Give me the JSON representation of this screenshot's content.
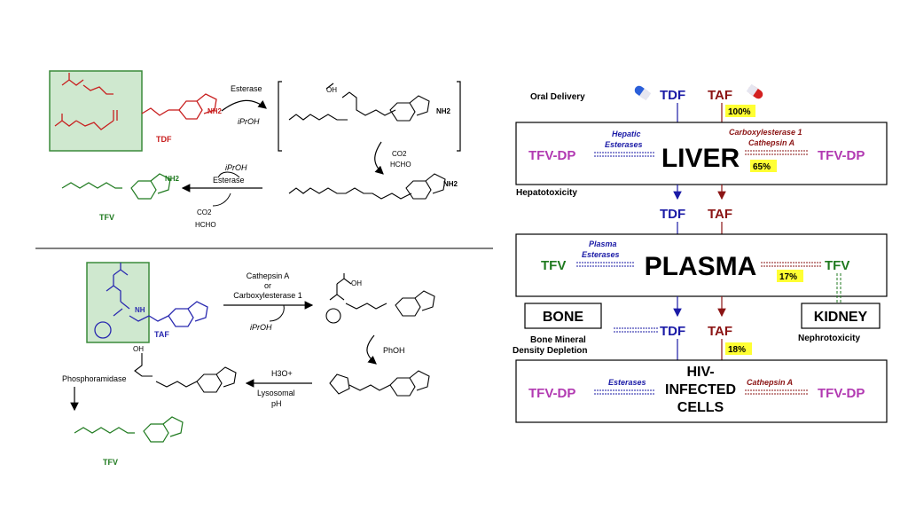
{
  "colors": {
    "tdf": "#1a1aa6",
    "taf": "#8b1414",
    "tfv": "#1f7a1f",
    "tfvdp": "#b23ab2",
    "tdf_mol": "#c81e1e",
    "taf_mol": "#2a2ab0",
    "highlight": "#ffff33",
    "box_fill": "#cfe8cf",
    "box_stroke": "#3a8a3a"
  },
  "icons": [
    "capsule-blue-icon",
    "capsule-red-icon"
  ],
  "top_scheme": {
    "enzyme_1": "Esterase",
    "byproduct_1": "iPrOH",
    "tdf_label": "TDF",
    "nh2": "NH2",
    "oh": "OH",
    "co2": "CO2",
    "hcho": "HCHO",
    "ipr_reverse": "iPrOH",
    "enzyme_2": "Esterase",
    "co2_2": "CO2",
    "hcho_2": "HCHO",
    "tfv_label": "TFV"
  },
  "bottom_scheme": {
    "enzyme_line1": "Cathepsin A",
    "enzyme_line2": "or",
    "enzyme_line3": "Carboxylesterase 1",
    "byproduct": "iPrOH",
    "taf_label": "TAF",
    "phoh": "PhOH",
    "h3o": "H3O+",
    "lysosomal": "Lysosomal",
    "ph": "pH",
    "phosphoramidase": "Phosphoramidase",
    "tfv_label": "TFV",
    "nh": "NH"
  },
  "pathway": {
    "oral_delivery": "Oral Delivery",
    "tdf": "TDF",
    "taf": "TAF",
    "pct_100": "100%",
    "liver": {
      "title": "LIVER",
      "left": "TFV-DP",
      "right": "TFV-DP",
      "enzyme_left_1": "Hepatic",
      "enzyme_left_2": "Esterases",
      "enzyme_right_1": "Carboxylesterase 1",
      "enzyme_right_2": "Cathepsin A",
      "pct": "65%"
    },
    "hepatotoxicity": "Hepatotoxicity",
    "tdf_2": "TDF",
    "taf_2": "TAF",
    "plasma": {
      "title": "PLASMA",
      "left": "TFV",
      "right": "TFV",
      "enzyme_left_1": "Plasma",
      "enzyme_left_2": "Esterases",
      "pct": "17%"
    },
    "bone": "BONE",
    "kidney": "KIDNEY",
    "bone_effect_1": "Bone Mineral",
    "bone_effect_2": "Density Depletion",
    "nephrotoxicity": "Nephrotoxicity",
    "tdf_3": "TDF",
    "taf_3": "TAF",
    "pct_18": "18%",
    "cells": {
      "title_1": "HIV-",
      "title_2": "INFECTED",
      "title_3": "CELLS",
      "left": "TFV-DP",
      "right": "TFV-DP",
      "enzyme_left": "Esterases",
      "enzyme_right": "Cathepsin A"
    }
  }
}
